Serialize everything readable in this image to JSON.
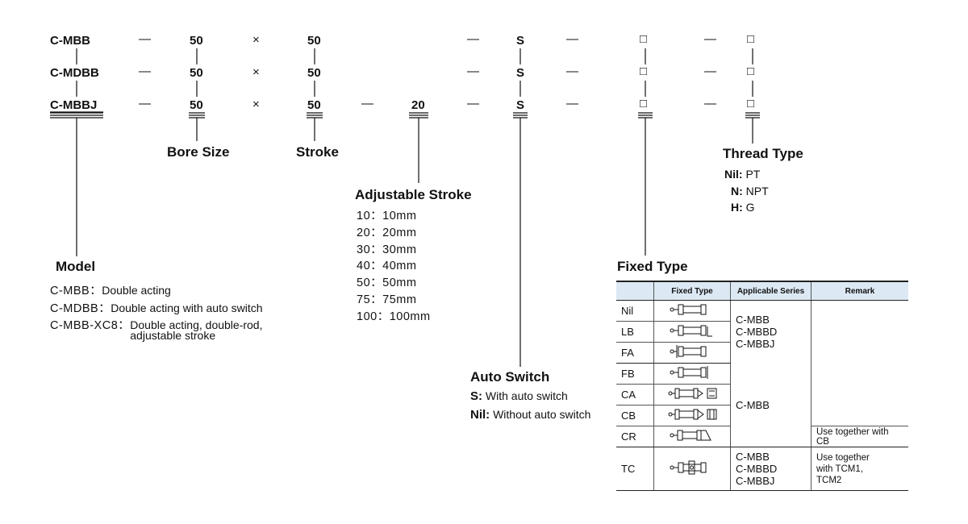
{
  "rows": {
    "model_codes": [
      "C-MBB",
      "C-MDBB",
      "C-MBBJ"
    ],
    "bore": "50",
    "stroke": "50",
    "adj": "20",
    "switch": "S",
    "box": "□",
    "dash": "—",
    "times": "×"
  },
  "labels": {
    "bore_size": "Bore Size",
    "stroke": "Stroke",
    "adjustable_stroke": "Adjustable Stroke",
    "thread_type": "Thread Type",
    "model": "Model",
    "auto_switch": "Auto Switch",
    "fixed_type": "Fixed Type"
  },
  "thread_type": [
    {
      "code": "Nil:",
      "value": "PT"
    },
    {
      "code": "N:",
      "value": "NPT"
    },
    {
      "code": "H:",
      "value": "G"
    }
  ],
  "adjustable_stroke_options": [
    "10：10mm",
    "20：20mm",
    "30：30mm",
    "40：40mm",
    "50：50mm",
    "75：75mm",
    "100：100mm"
  ],
  "model_options": [
    {
      "code": "C-MBB：",
      "desc": "Double acting"
    },
    {
      "code": "C-MDBB：",
      "desc": "Double acting with auto switch"
    },
    {
      "code": "C-MBB-XC8：",
      "desc": "Double acting, double-rod,",
      "desc2": "adjustable stroke"
    }
  ],
  "auto_switch_options": [
    {
      "code": "S:",
      "desc": "With auto switch"
    },
    {
      "code": "Nil:",
      "desc": "Without auto switch"
    }
  ],
  "table": {
    "headers": [
      "Fixed Type",
      "Applicable Series",
      "Remark"
    ],
    "rows": [
      "Nil",
      "LB",
      "FA",
      "FB",
      "CA",
      "CB",
      "CR",
      "TC"
    ],
    "series_group1": [
      "C-MBB",
      "C-MBBD",
      "C-MBBJ"
    ],
    "series_group2": "C-MBB",
    "series_group3": [
      "C-MBB",
      "C-MBBD",
      "C-MBBJ"
    ],
    "remark_cr": "Use together with CB",
    "remark_tc": [
      "Use together",
      "with TCM1,",
      "TCM2"
    ]
  }
}
